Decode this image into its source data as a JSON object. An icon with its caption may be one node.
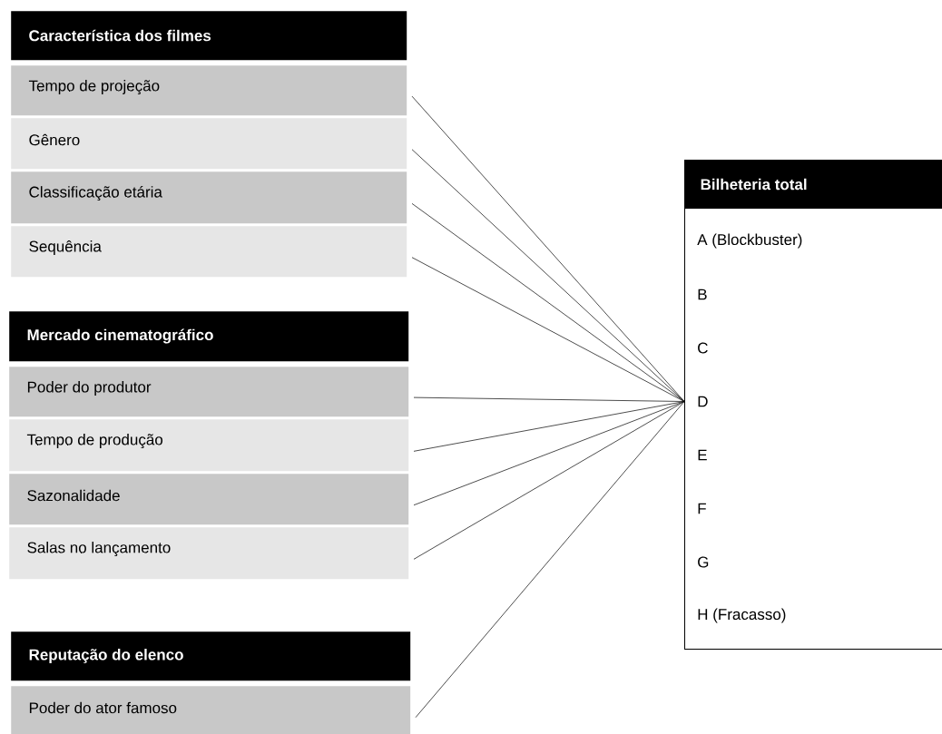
{
  "diagram": {
    "nodes": [
      {
        "text": [
          "Característica dos filmes"
        ]
      },
      {
        "text": [
          "Tempo de projeção"
        ]
      },
      {
        "text": [
          "Gênero"
        ]
      },
      {
        "text": [
          "Classificação etária"
        ]
      },
      {
        "text": [
          "Sequência"
        ]
      },
      {
        "text": [
          "Mercado cinematográfico"
        ]
      },
      {
        "text": [
          "Poder do produtor"
        ]
      },
      {
        "text": [
          "Tempo de produção"
        ]
      },
      {
        "text": [
          "Sazonalidade"
        ]
      },
      {
        "text": [
          "Salas no lançamento"
        ]
      },
      {
        "text": [
          "Reputação do elenco"
        ]
      },
      {
        "text": [
          "Poder do ator famoso"
        ]
      },
      {
        "text": [
          "Bilheteria total"
        ]
      },
      {
        "text": [
          "A (Blockbuster)"
        ],
        "in": 12
      },
      {
        "text": [
          "B"
        ],
        "in": 12
      },
      {
        "text": [
          "C"
        ],
        "in": 12
      },
      {
        "text": [
          "D"
        ],
        "in": 12
      },
      {
        "text": [
          "E"
        ],
        "in": 12
      },
      {
        "text": [
          "F"
        ],
        "in": 12
      },
      {
        "text": [
          "G"
        ],
        "in": 12
      },
      {
        "text": [
          "H (Fracasso)"
        ],
        "in": 12
      }
    ],
    "edges": [
      {
        "from": 1,
        "to": 16,
        "arrow": "none"
      },
      {
        "from": 2,
        "to": 16,
        "arrow": "none"
      },
      {
        "from": 3,
        "to": 16,
        "arrow": "none"
      },
      {
        "from": 4,
        "to": 16,
        "arrow": "none"
      },
      {
        "from": 6,
        "to": 16,
        "arrow": "none"
      },
      {
        "from": 7,
        "to": 16,
        "arrow": "none"
      },
      {
        "from": 8,
        "to": 16,
        "arrow": "none"
      },
      {
        "from": 9,
        "to": 16,
        "arrow": "none"
      },
      {
        "from": 11,
        "to": 16,
        "arrow": "none"
      }
    ]
  }
}
